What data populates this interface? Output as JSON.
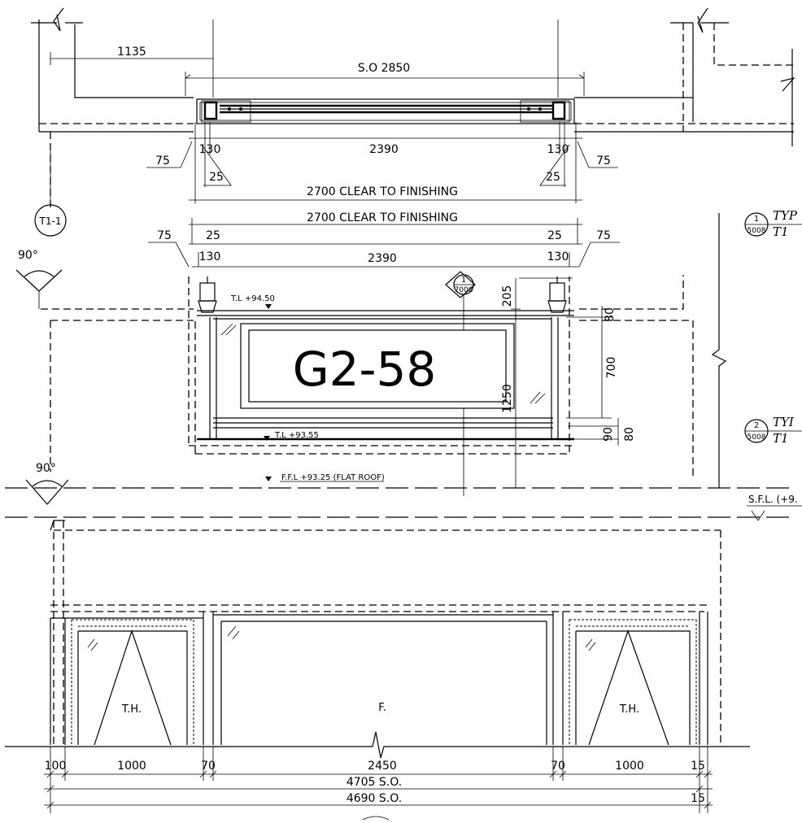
{
  "plan": {
    "dim_left_offset": "1135",
    "dim_structural_opening": "S.O 2850",
    "dim_edge_75_left": "75",
    "dim_edge_75_right": "75",
    "dim_frame_130_left": "130",
    "dim_frame_130_right": "130",
    "dim_frame_25_left": "25",
    "dim_frame_25_right": "25",
    "dim_glass_width": "2390",
    "dim_clear_width": "2700 CLEAR TO FINISHING"
  },
  "elevation": {
    "dim_clear_width": "2700 CLEAR TO FINISHING",
    "dim_edge_75_left": "75",
    "dim_edge_75_right": "75",
    "dim_frame_25_left": "25",
    "dim_frame_25_right": "25",
    "dim_frame_130_left": "130",
    "dim_frame_130_right": "130",
    "dim_glass_width": "2390",
    "dim_lamp_205": "205",
    "dim_top_80": "80",
    "dim_panel_700": "700",
    "dim_height_1250": "1250",
    "dim_bottom_90": "90",
    "dim_bottom_80": "80",
    "level_top": "T.L +94.50",
    "level_bottom": "T.L +93.55",
    "level_floor": "F.F.L +93.25 (FLAT ROOF)",
    "sign_text": "G2-58",
    "ref_marker_num": "1",
    "ref_marker_sheet": "7006",
    "section_marker": "T1-1",
    "angle_upper": "90°",
    "angle_lower": "90°"
  },
  "callouts": [
    {
      "num": "1",
      "sheet": "5008",
      "title": "TYP",
      "sub": "T1"
    },
    {
      "num": "2",
      "sheet": "5008",
      "title": "TYI",
      "sub": "T1"
    }
  ],
  "sfl_label": "S.F.L. (+9.",
  "lower": {
    "label_left": "T.H.",
    "label_center": "F.",
    "label_right": "T.H.",
    "dim_100": "100",
    "dim_1000_left": "1000",
    "dim_70_left": "70",
    "dim_2450": "2450",
    "dim_70_right": "70",
    "dim_1000_right": "1000",
    "dim_15_top": "15",
    "dim_total_so_1": "4705 S.O.",
    "dim_15_bottom": "15",
    "dim_total_so_2": "4690 S.O."
  }
}
